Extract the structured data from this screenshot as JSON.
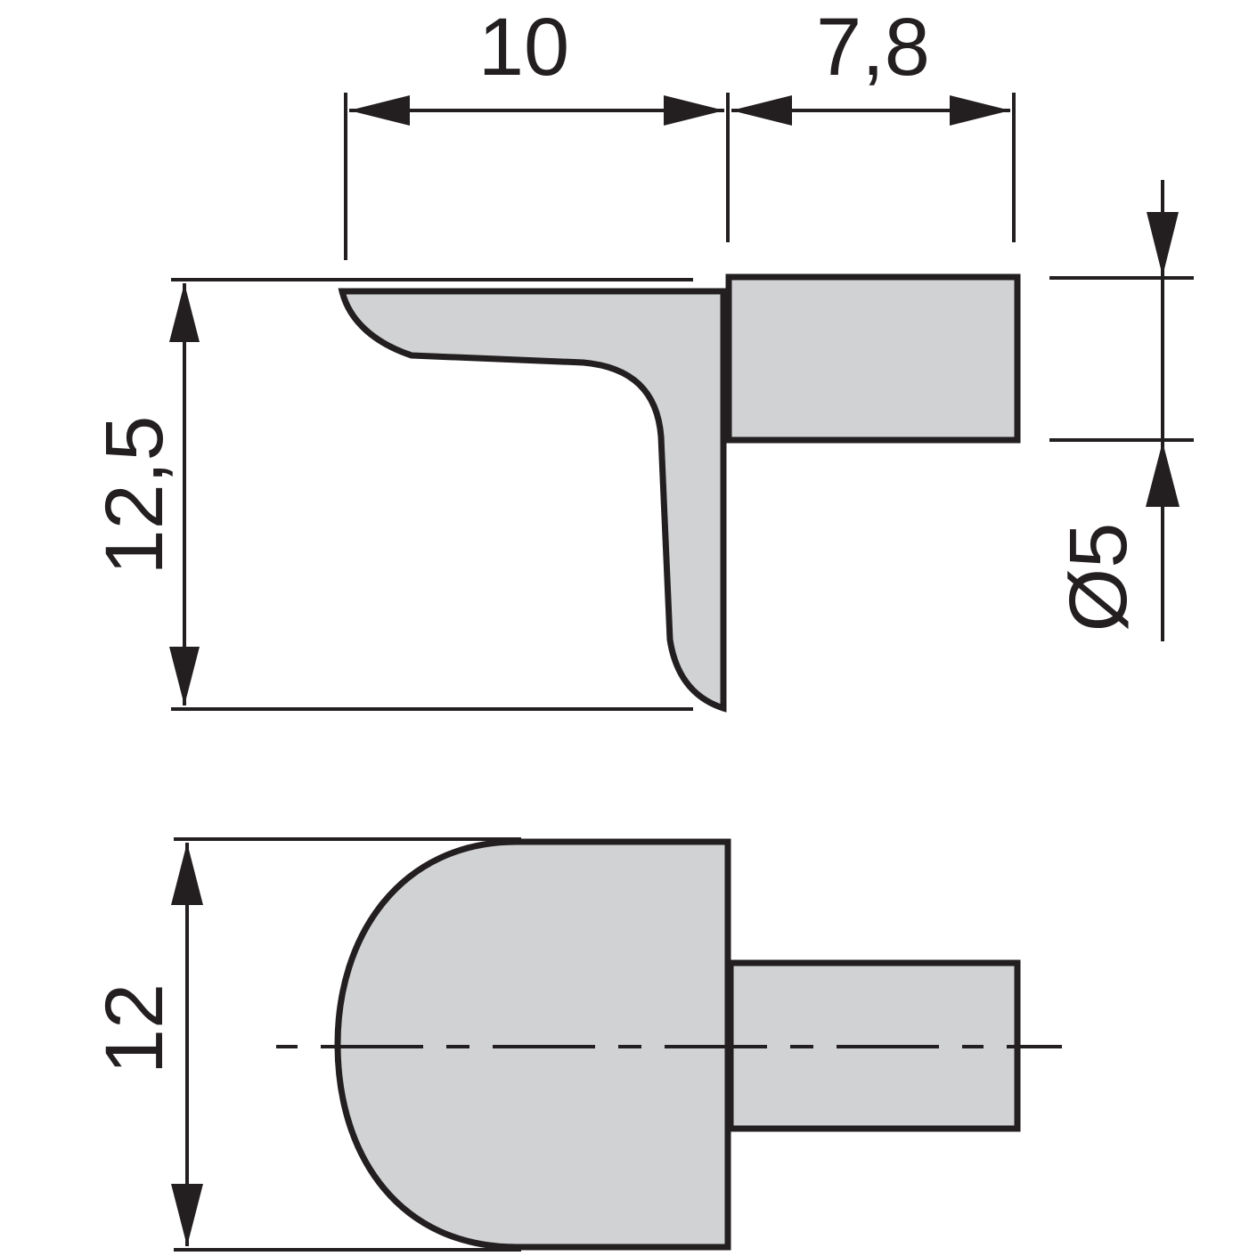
{
  "drawing": {
    "subject": "shelf support pin",
    "units": "mm",
    "colors": {
      "part_fill": "#d1d2d4",
      "outline": "#231f20",
      "background": "#ffffff"
    },
    "side_view": {
      "dimensions": {
        "bracket_length": "10",
        "pin_length": "7,8",
        "height": "12,5",
        "pin_diameter": "Ø5"
      }
    },
    "top_view": {
      "dimensions": {
        "width": "12"
      }
    }
  }
}
